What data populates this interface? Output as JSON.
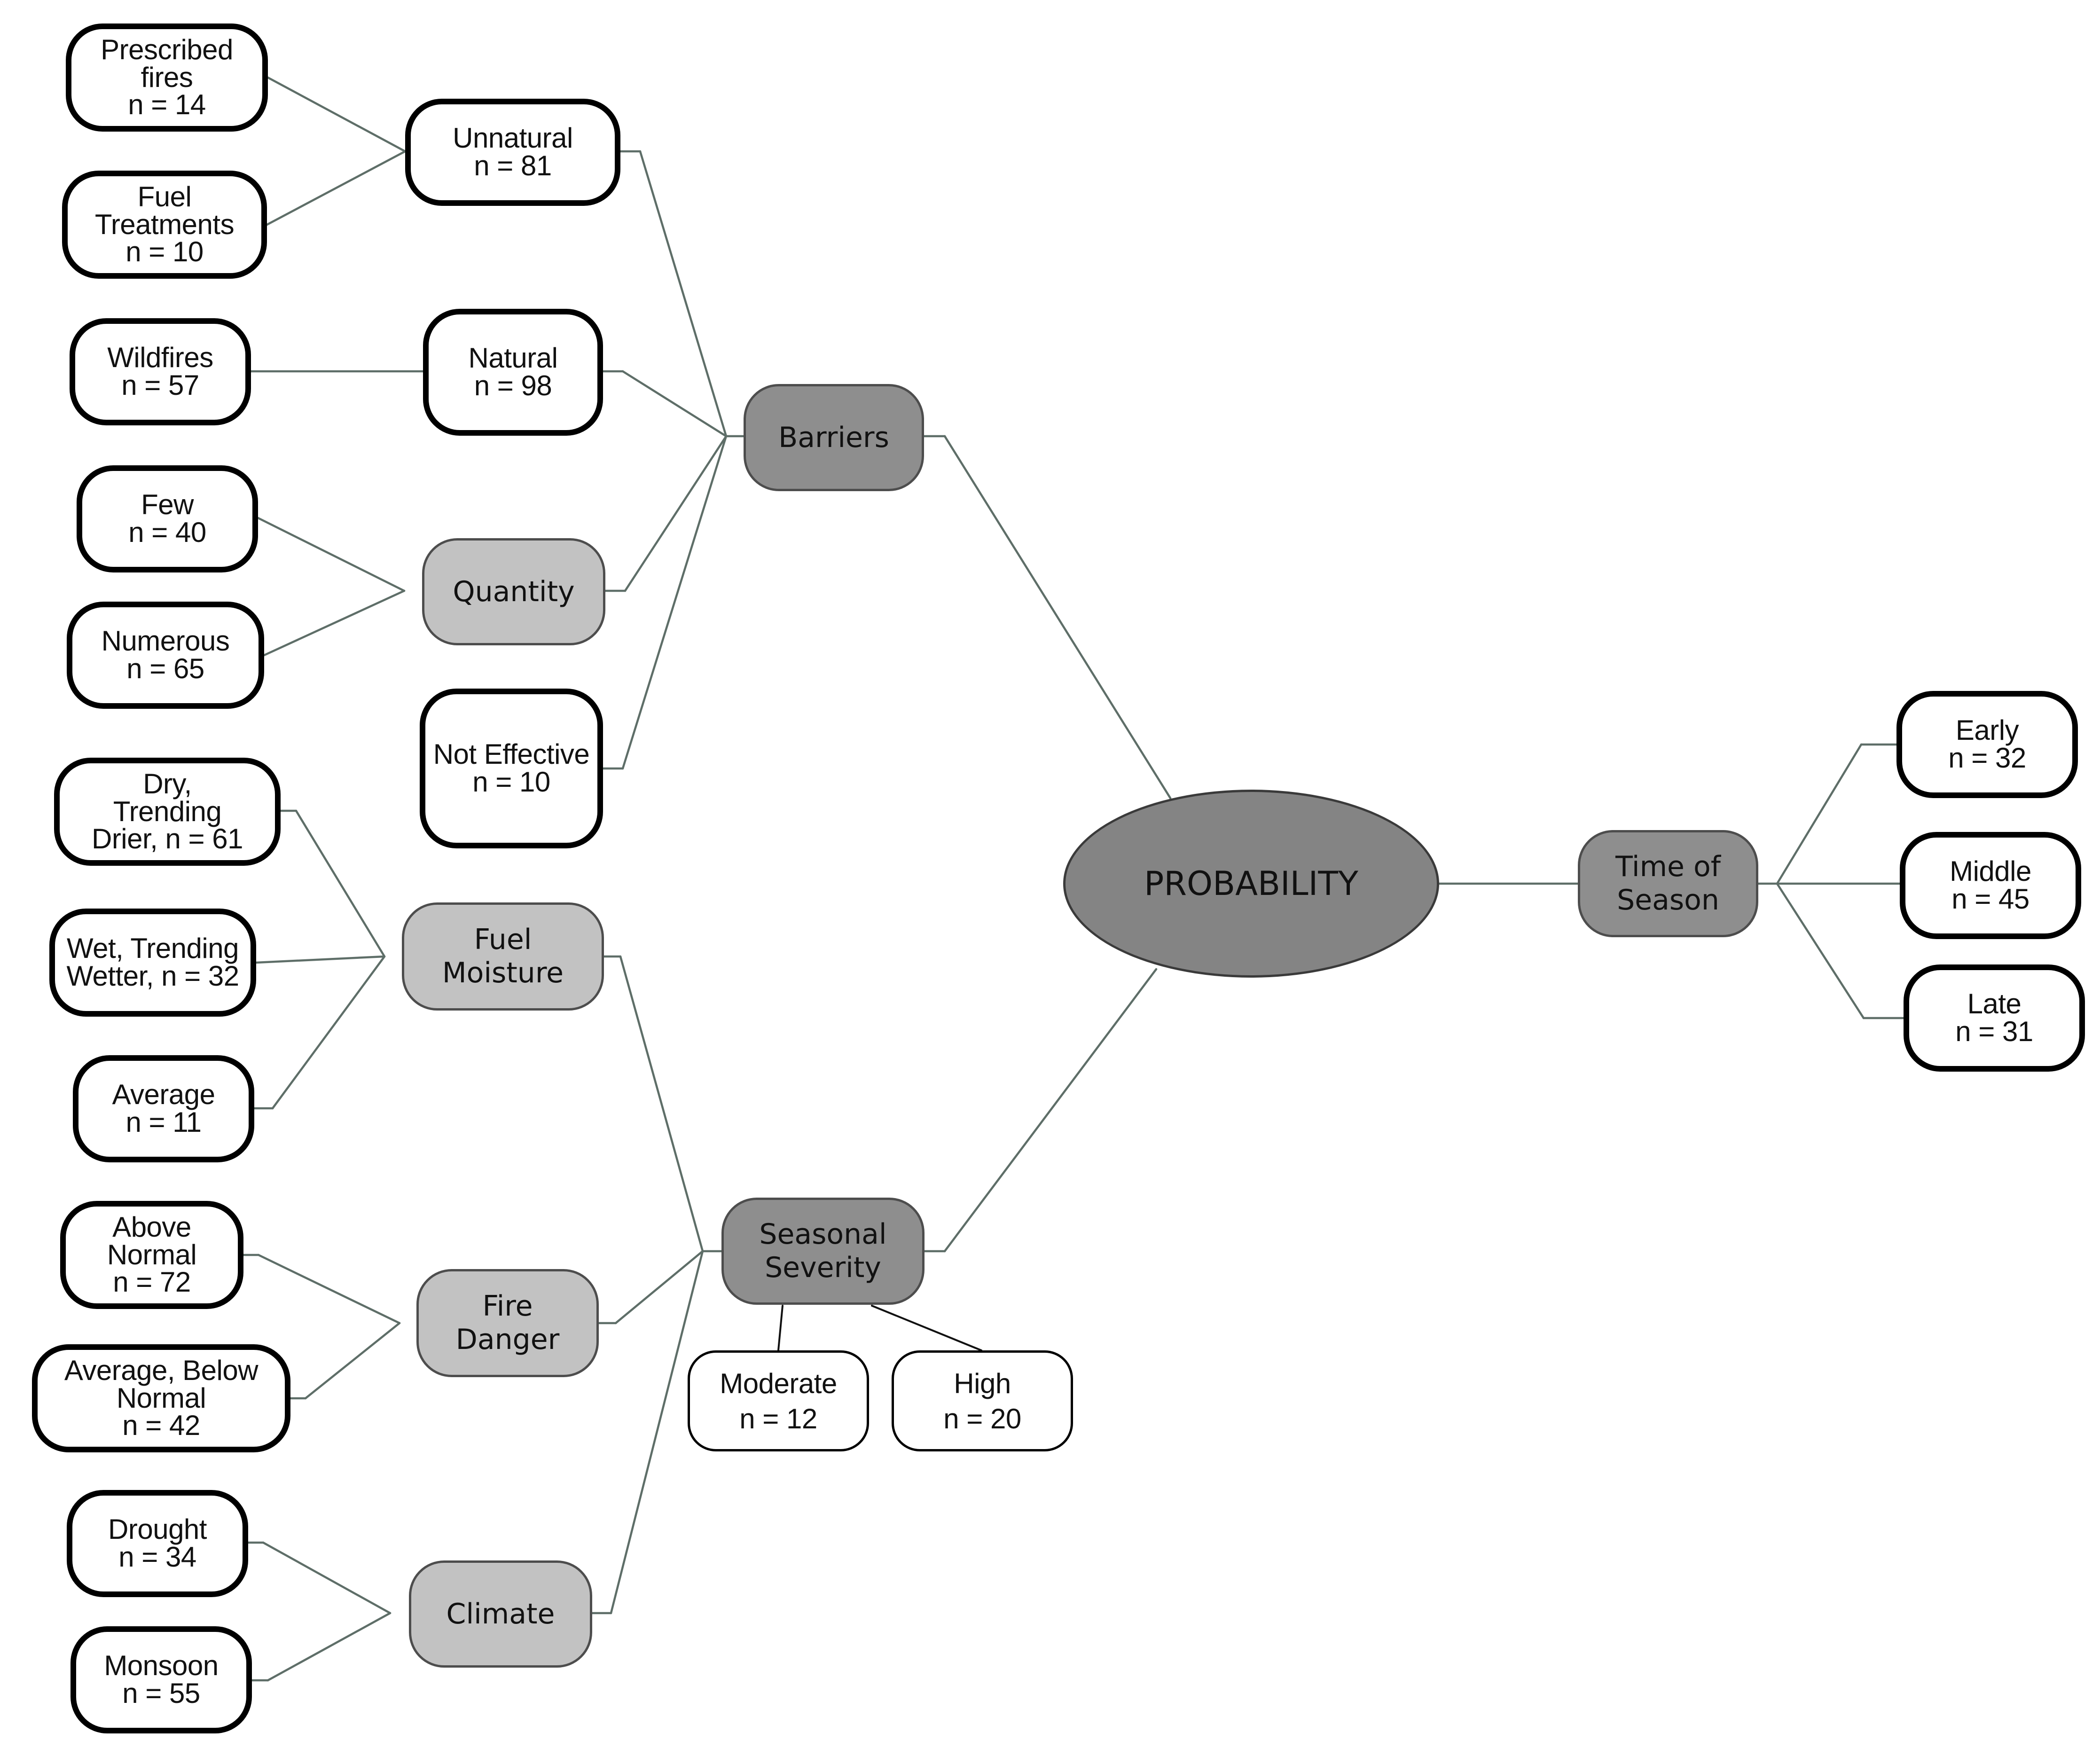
{
  "colors": {
    "edge": "#5e6e68",
    "edge_dark": "#111111",
    "leaf_fill": "#ffffff",
    "leaf_border": "#000000",
    "category_fill": "#c2c2c2",
    "main_category_fill": "#8e8e8e",
    "root_fill": "#848484"
  },
  "nodes": {
    "probability": "PROBABILITY",
    "barriers": "Barriers",
    "seasonal_severity": "Seasonal\nSeverity",
    "time_of_season": "Time of\nSeason",
    "unnatural": "Unnatural\nn = 81",
    "natural": "Natural\nn = 98",
    "quantity": "Quantity",
    "not_effective": "Not Effective\nn = 10",
    "fuel_moisture": "Fuel\nMoisture",
    "fire_danger": "Fire\nDanger",
    "climate": "Climate",
    "prescribed_fires": "Prescribed\nfires\nn = 14",
    "fuel_treatments": "Fuel\nTreatments\nn = 10",
    "wildfires": "Wildfires\nn = 57",
    "few": "Few\nn = 40",
    "numerous": "Numerous\nn = 65",
    "dry": "Dry,\nTrending\nDrier, n = 61",
    "wet": "Wet, Trending\nWetter, n = 32",
    "average": "Average\nn = 11",
    "above_normal": "Above\nNormal\nn = 72",
    "average_below": "Average, Below\nNormal\nn = 42",
    "drought": "Drought\nn = 34",
    "monsoon": "Monsoon\nn = 55",
    "moderate": "Moderate\nn = 12",
    "high": "High\nn = 20",
    "early": "Early\nn = 32",
    "middle": "Middle\nn = 45",
    "late": "Late\nn = 31"
  }
}
